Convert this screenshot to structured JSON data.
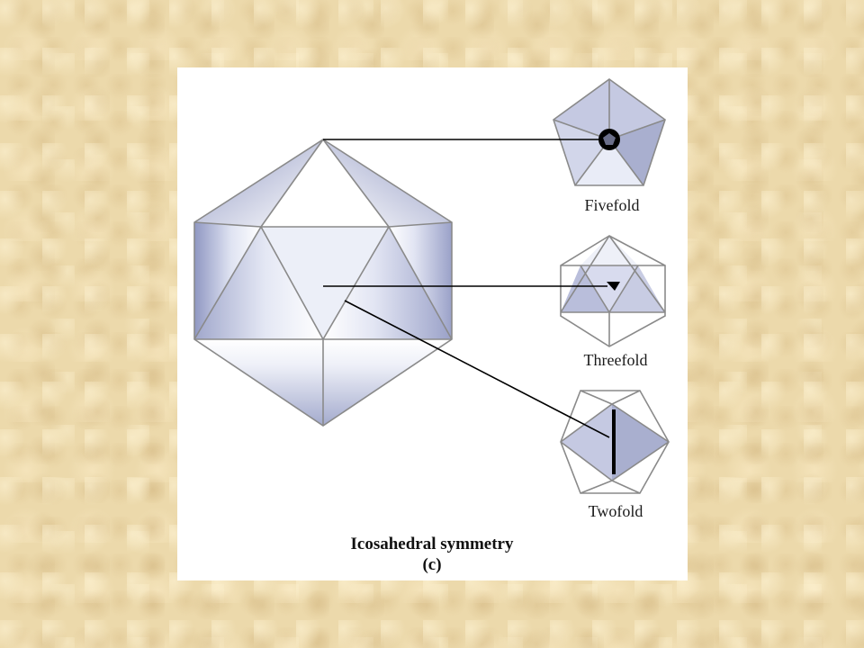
{
  "labels": {
    "fivefold": "Fivefold",
    "threefold": "Threefold",
    "twofold": "Twofold"
  },
  "caption": {
    "title": "Icosahedral symmetry",
    "sub": "(c)"
  },
  "colors": {
    "face_light": "#e8ecf7",
    "face_mid": "#c8cce3",
    "face_dark": "#a9afcf",
    "shade": "#8f97c2",
    "edge": "#8a8a8a",
    "axis_marker": "#000000"
  }
}
